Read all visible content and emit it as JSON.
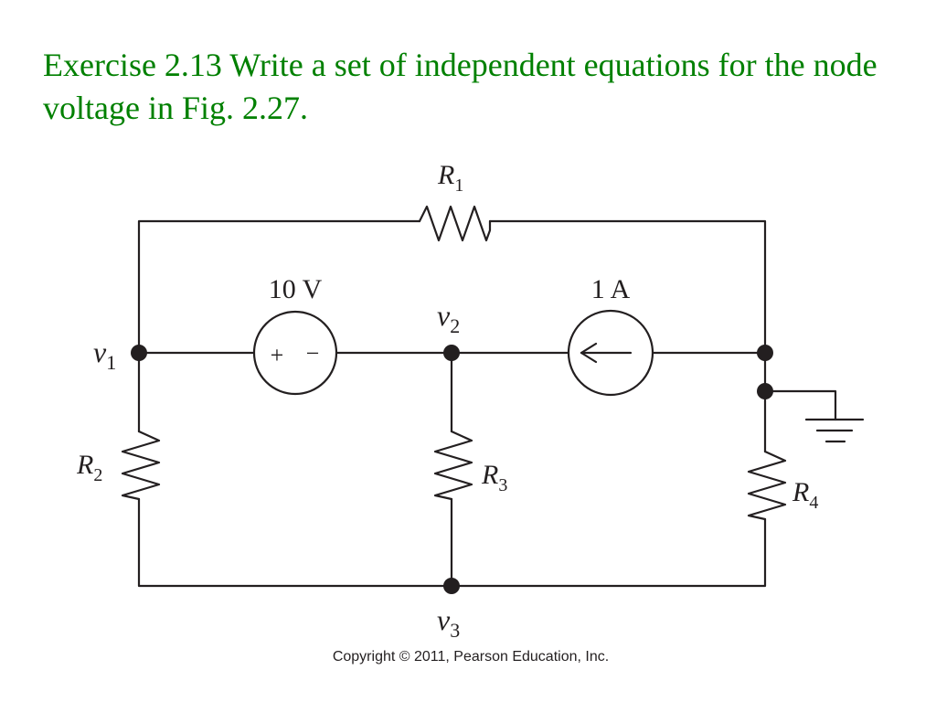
{
  "title": "Exercise 2.13 Write a set of independent equations for the node voltage in Fig. 2.27.",
  "colors": {
    "title": "#008000",
    "ink": "#231f20",
    "background": "#ffffff"
  },
  "diagram": {
    "resistors": {
      "r1": {
        "main": "R",
        "sub": "1"
      },
      "r2": {
        "main": "R",
        "sub": "2"
      },
      "r3": {
        "main": "R",
        "sub": "3"
      },
      "r4": {
        "main": "R",
        "sub": "4"
      }
    },
    "voltage_source": {
      "value": "10 V",
      "plus": "+",
      "minus": "−"
    },
    "current_source": {
      "value": "1 A"
    },
    "nodes": {
      "v1": {
        "main": "v",
        "sub": "1"
      },
      "v2": {
        "main": "v",
        "sub": "2"
      },
      "v3": {
        "main": "v",
        "sub": "3"
      }
    }
  },
  "copyright": "Copyright © 2011, Pearson Education, Inc."
}
